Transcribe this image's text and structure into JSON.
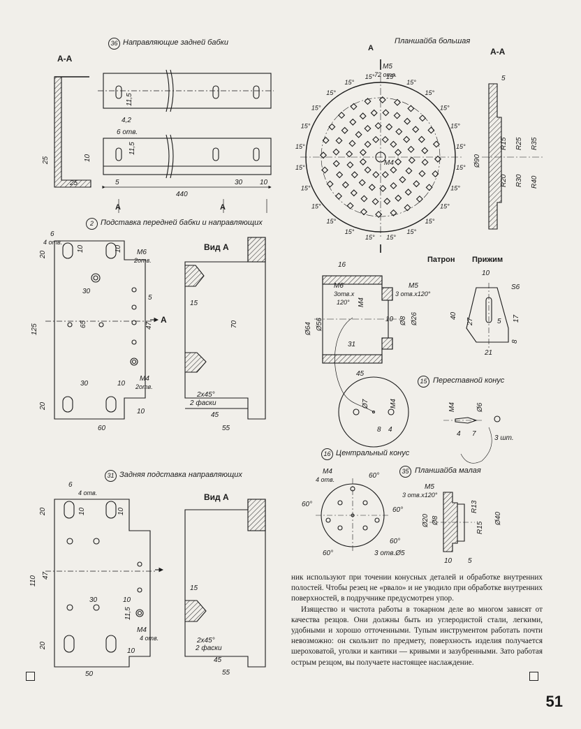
{
  "sections": {
    "s36": {
      "number": "36",
      "title": "Направляющие задней бабки"
    },
    "s2": {
      "number": "2",
      "title": "Подставка передней бабки и направляющих"
    },
    "s31": {
      "number": "31",
      "title": "Задняя подставка направляющих"
    },
    "s15": {
      "number": "15",
      "title": "Переставной конус"
    },
    "s16": {
      "number": "16",
      "title": "Центральный конус"
    },
    "s35": {
      "number": "35",
      "title": "Планшайба малая"
    },
    "big_plate": {
      "title": "Планшайба большая"
    },
    "chuck": {
      "title": "Патрон"
    },
    "clamp": {
      "title": "Прижим"
    }
  },
  "labels": {
    "section_aa": "А-А",
    "view_a": "Вид А",
    "arrow_a": "А"
  },
  "dims": {
    "rail": {
      "d42": "4,2",
      "holes": "6 отв.",
      "d115": "11,5",
      "d10": "10",
      "d25": "25",
      "d5": "5",
      "d440": "440",
      "d30": "30"
    },
    "stand2": {
      "d6": "6",
      "holes4": "4 отв.",
      "d20": "20",
      "d10": "10",
      "m6": "М6",
      "m6n": "2отв.",
      "d30": "30",
      "d5": "5",
      "d125": "125",
      "d65": "65",
      "d47": "47",
      "m4": "М4",
      "m4n": "2отв.",
      "d60": "60",
      "d15": "15",
      "d70": "70",
      "chamfer": "2х45°",
      "chamfer2": "2 фаски",
      "d45": "45",
      "d55": "55"
    },
    "stand31": {
      "d6": "6",
      "holes4": "4 отв.",
      "d20": "20",
      "d10": "10",
      "d110": "110",
      "d47": "47",
      "d30": "30",
      "d115": "11,5",
      "m4": "М4",
      "m4n": "4 отв.",
      "d50": "50",
      "d15": "15",
      "chamfer": "2х45°",
      "chamfer2": "2 фаски",
      "d45": "45",
      "d55": "55"
    },
    "bigplate": {
      "m5": "М5",
      "holes": "72 отв.",
      "angle": "15°",
      "m4": "М4",
      "d5": "5",
      "r15": "R15",
      "r25": "R25",
      "r35": "R35",
      "r20": "R20",
      "r30": "R30",
      "r40": "R40",
      "d90": "Ø90"
    },
    "chuck": {
      "d16": "16",
      "m6": "М6",
      "m6n": "3отв.х",
      "m6a": "120°",
      "m4": "М4",
      "m5": "М5",
      "m5n": "3 отв.х120°",
      "d64": "Ø64",
      "d56": "Ø56",
      "d10": "10",
      "d8": "Ø8",
      "d26": "Ø26",
      "d31": "31",
      "d45": "45",
      "d7": "Ø7",
      "d8b": "8",
      "d4": "4"
    },
    "clamp": {
      "d10": "10",
      "s6": "S6",
      "d40": "40",
      "d27": "27",
      "d5": "5",
      "d17": "17",
      "d8": "8",
      "d21": "21"
    },
    "cone15": {
      "m4": "М4",
      "d6": "Ø6",
      "d4": "4",
      "d7": "7",
      "n": "3 шт."
    },
    "cone16": {
      "m4": "М4",
      "holes": "4 отв.",
      "a60": "60°",
      "n": "3 отв.Ø5"
    },
    "smallplate": {
      "m5": "М5",
      "m5n": "3 отв.х120°",
      "d20": "Ø20",
      "d8": "Ø8",
      "r13": "R13",
      "r15": "R15",
      "d40": "Ø40",
      "d10": "10",
      "d5": "5"
    }
  },
  "text": {
    "p1": "ник используют при точении конусных деталей и обработке внутренних полостей. Чтобы резец не «рвало» и не уводило при обработке внутренних поверхностей, в подручнике предусмотрен упор.",
    "p2": "Изящество и чистота работы в токарном деле во многом зависят от качества резцов. Они должны быть из углеродистой стали, легкими, удобными и хорошо отточенными. Тупым инструментом работать почти невозможно: он скользит по предмету, поверхность изделия получается шероховатой, уголки и кантики — кривыми и зазубренными. Зато работая острым резцом, вы получаете настоящее наслаждение."
  },
  "page_number": "51",
  "colors": {
    "ink": "#1a1a1a",
    "paper": "#f1efea",
    "hatch": "#333333"
  }
}
